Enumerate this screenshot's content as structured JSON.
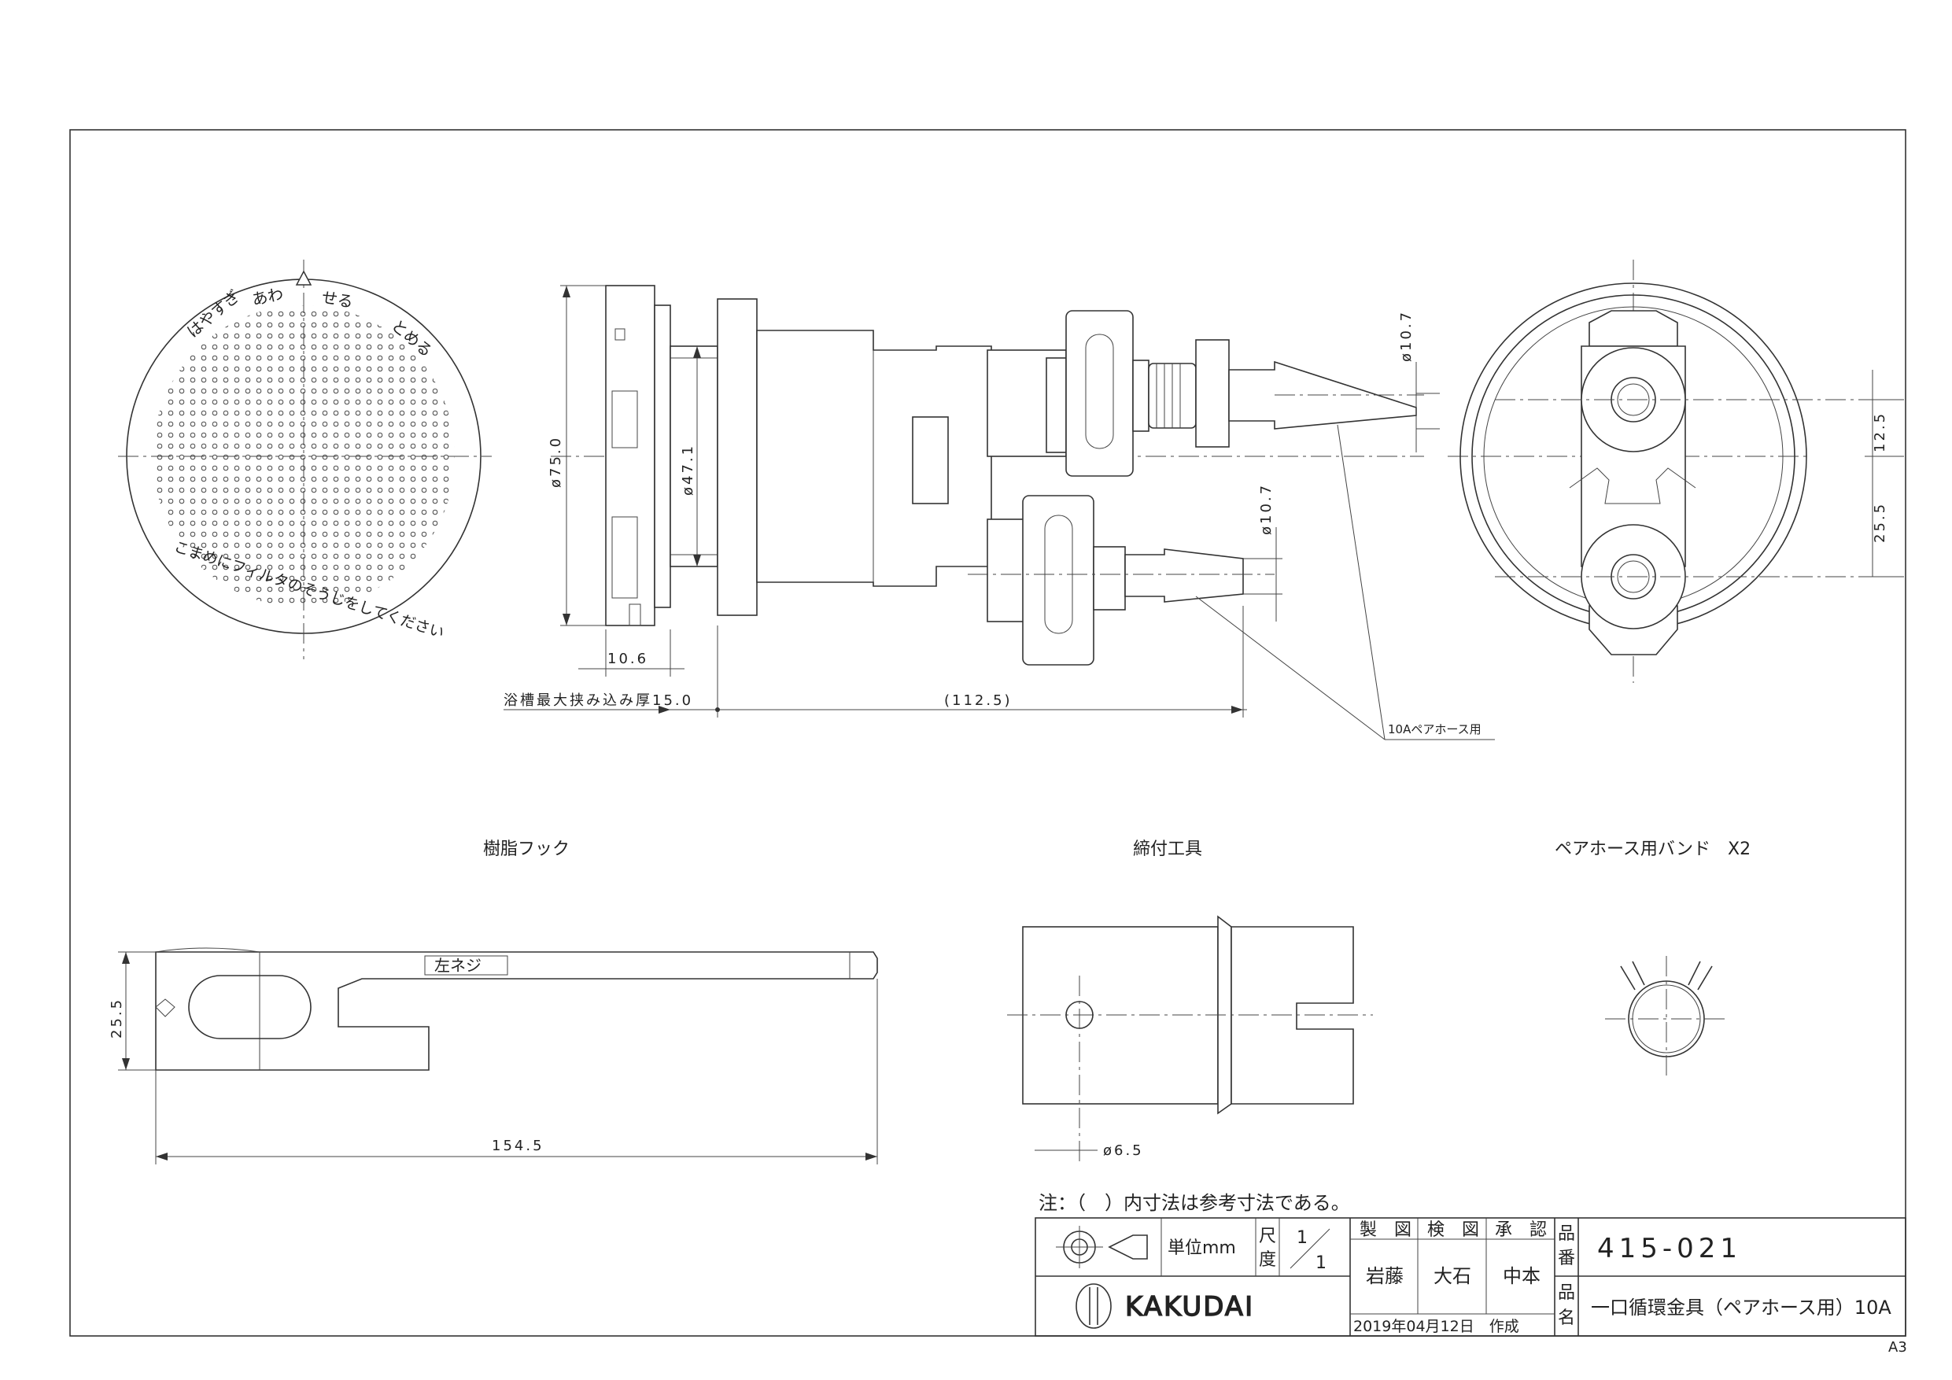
{
  "drawing": {
    "sheet_size": "A3",
    "note": "注：（　）内寸法は参考寸法である。",
    "dimensions": {
      "dia_75": "ø75.0",
      "dia_47": "ø47.1",
      "w_10_6": "10.6",
      "tub_max": "浴槽最大挟み込み厚15.0",
      "len_112": "(112.5)",
      "dia_107_top": "ø10.7",
      "dia_107_bottom": "ø10.7",
      "pitch_12_5": "12.5",
      "pitch_25_5": "25.5",
      "hook_h": "25.5",
      "hook_len": "154.5",
      "tool_dia": "ø6.5"
    },
    "callout_hose": "10Aペアホース用",
    "stamp_text": "左ネジ",
    "filter_text": {
      "top_left": "はやすぎ",
      "top_mid": "あわ",
      "top_right": "せる",
      "right": "とめる",
      "bottom": "こまめにフィルタのそうじをしてください"
    },
    "part_labels": {
      "hook": "樹脂フック",
      "tool": "締付工具",
      "band": "ペアホース用バンド　X2"
    }
  },
  "title_block": {
    "unit_label": "単位mm",
    "scale_label_1": "尺",
    "scale_label_2": "度",
    "scale_num": "1",
    "scale_den": "1",
    "col_drawn": "製　図",
    "col_checked": "検　図",
    "col_approved": "承　認",
    "name_drawn": "岩藤",
    "name_checked": "大石",
    "name_approved": "中本",
    "date": "2019年04月12日　作成",
    "label_part_no_1": "品",
    "label_part_no_2": "番",
    "part_no": "415-021",
    "label_name_1": "品",
    "label_name_2": "名",
    "product_name": "一口循環金具（ペアホース用）10A",
    "company": "KAKUDAI"
  }
}
